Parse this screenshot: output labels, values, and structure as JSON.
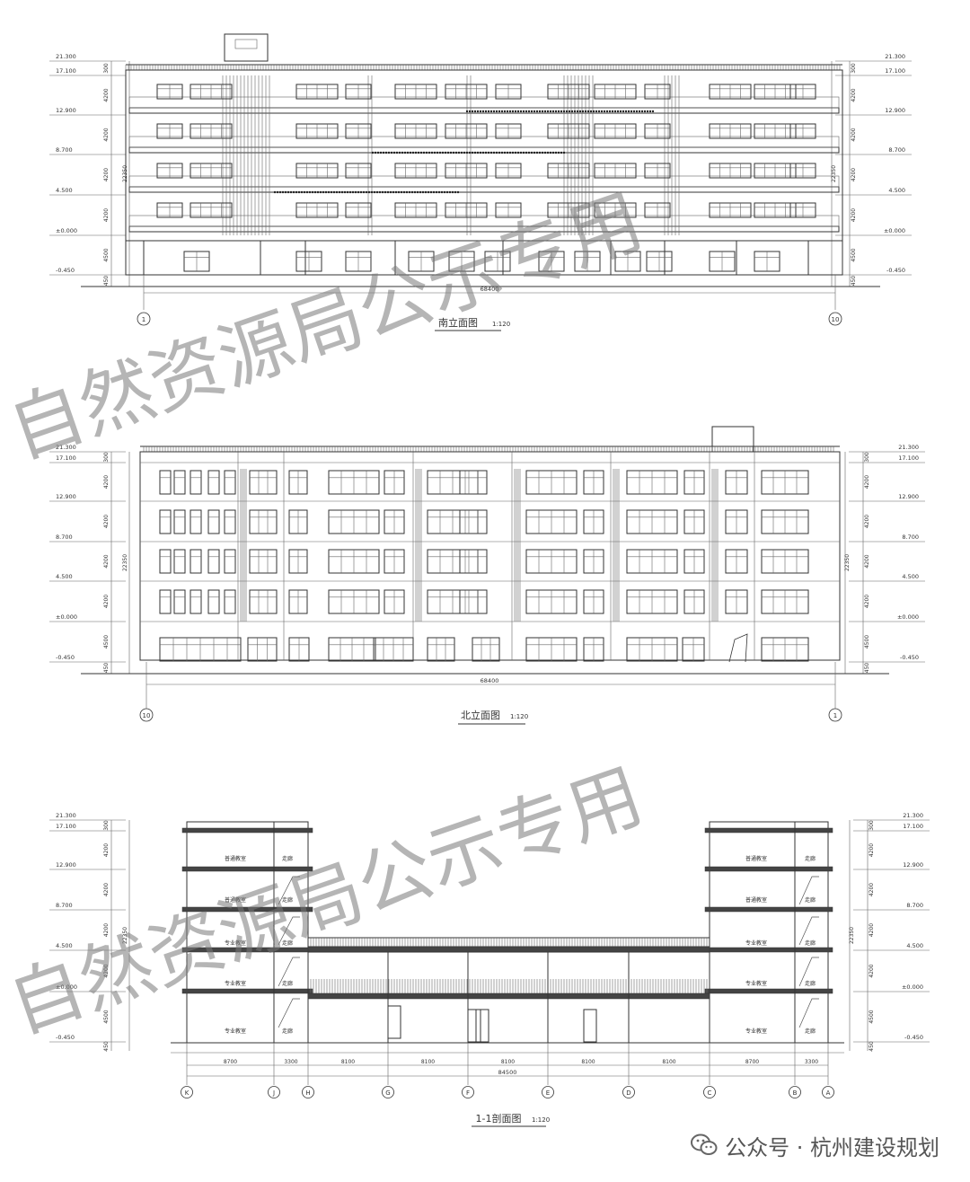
{
  "elevation_south": {
    "title": "南立面图",
    "scale": "1:120",
    "total_length": "68400",
    "axis_left": "1",
    "axis_right": "10",
    "levels": [
      "21.300",
      "17.100",
      "12.900",
      "8.700",
      "4.500",
      "±0.000",
      "-0.450"
    ],
    "dims": [
      "300",
      "4200",
      "4200",
      "4200",
      "4200",
      "4500",
      "450"
    ],
    "total_height": "22350"
  },
  "elevation_north": {
    "title": "北立面图",
    "scale": "1:120",
    "total_length": "68400",
    "axis_left": "10",
    "axis_right": "1",
    "levels": [
      "21.300",
      "17.100",
      "12.900",
      "8.700",
      "4.500",
      "±0.000",
      "-0.450"
    ],
    "dims": [
      "300",
      "4200",
      "4200",
      "4200",
      "4200",
      "4500",
      "450"
    ],
    "total_height": "22350"
  },
  "section": {
    "title": "1-1剖面图",
    "scale": "1:120",
    "levels": [
      "21.300",
      "17.100",
      "12.900",
      "8.700",
      "4.500",
      "±0.000",
      "-0.450"
    ],
    "dims": [
      "300",
      "4200",
      "4200",
      "4200",
      "4200",
      "4500",
      "450"
    ],
    "total_height": "22350",
    "bay_dims": [
      "8700",
      "3300",
      "8100",
      "8100",
      "8100",
      "8100",
      "8100",
      "8700",
      "3300"
    ],
    "total_width": "84500",
    "axes": [
      "K",
      "J",
      "H",
      "G",
      "F",
      "E",
      "D",
      "C",
      "B",
      "A"
    ],
    "rooms_left": [
      "普通教室",
      "普通教室",
      "专业教室",
      "专业教室",
      "专业教室"
    ],
    "rooms_right": [
      "普通教室",
      "普通教室",
      "专业教室",
      "专业教室",
      "专业教室"
    ],
    "corridor": "走廊"
  },
  "watermark": "自然资源局公示专用",
  "footer": {
    "icon": "wechat-icon",
    "text": "公众号 · 杭州建设规划"
  }
}
